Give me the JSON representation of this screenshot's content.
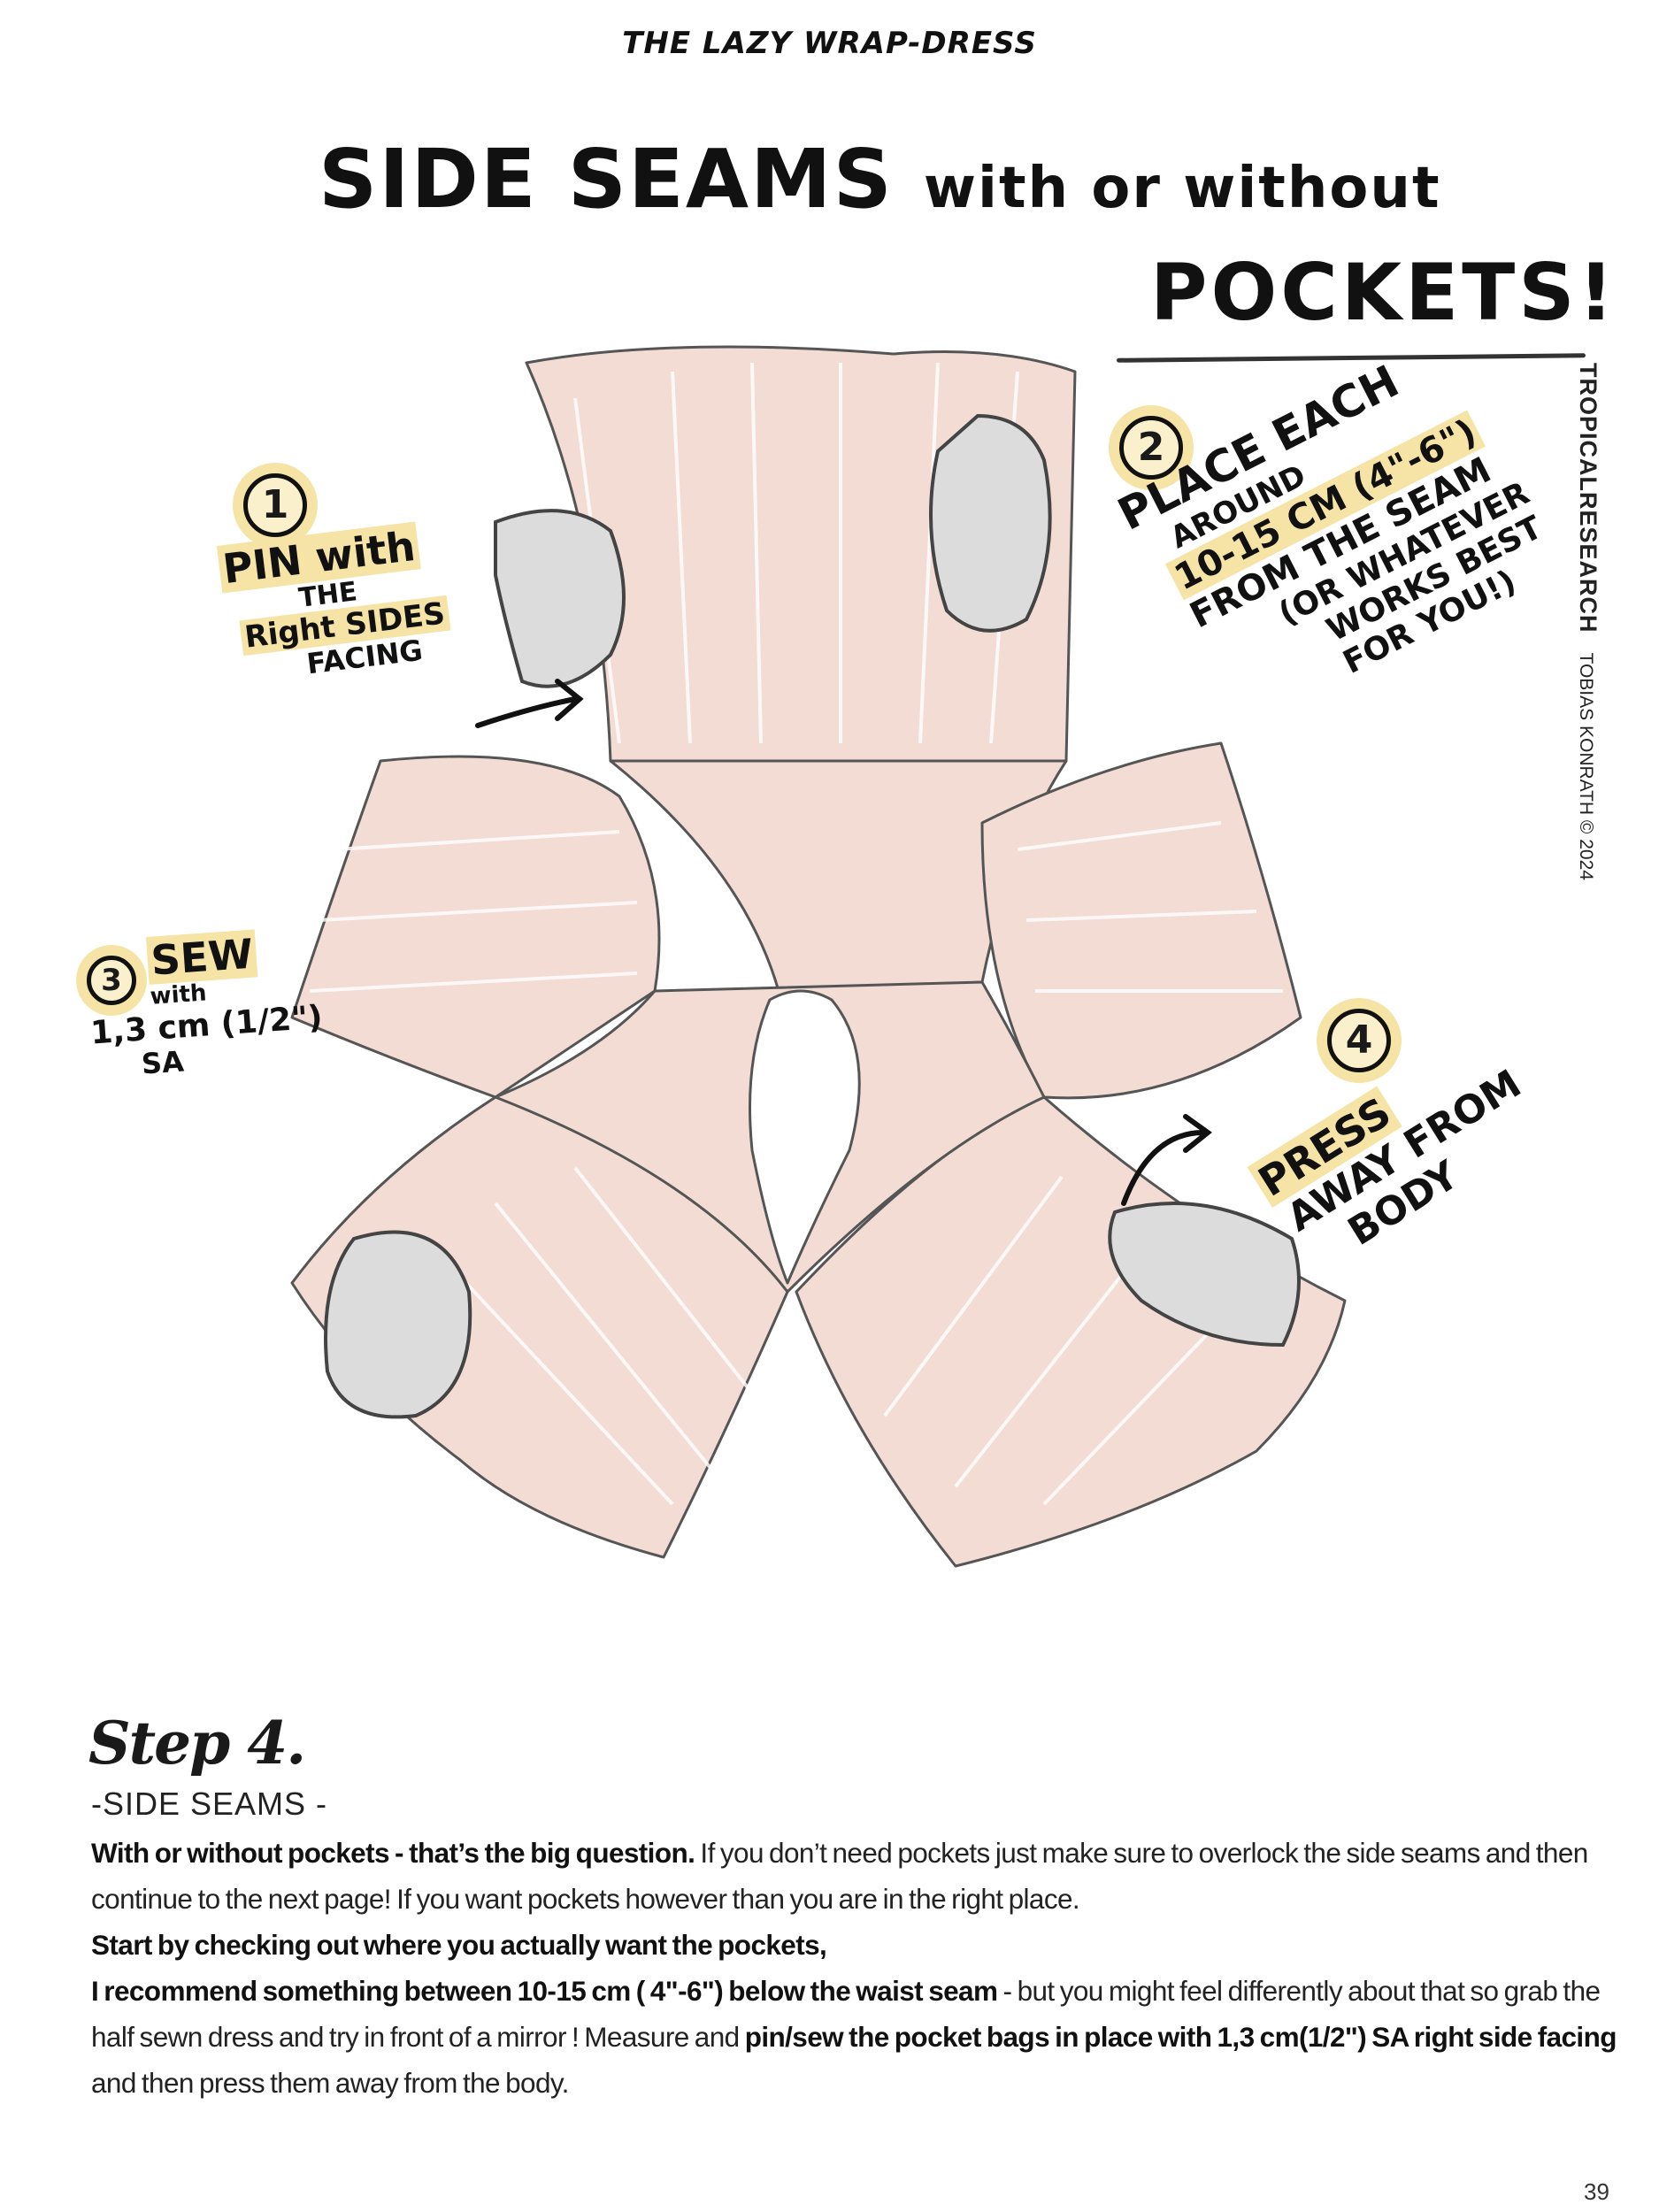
{
  "header": {
    "book_title": "THE LAZY WRAP-DRESS"
  },
  "title": {
    "line1_a": "SIDE SEAMS",
    "line1_b": "with or without",
    "line2": "POCKETS!"
  },
  "side_credit": {
    "brand": "TROPICALRESEARCH",
    "copyright": "TOBIAS KONRATH © 2024"
  },
  "annotations": [
    {
      "number": "1",
      "lines": [
        "PIN with",
        "THE",
        "Right SIDES",
        "FACING"
      ]
    },
    {
      "number": "2",
      "lines": [
        "PLACE EACH",
        "AROUND",
        "10-15 CM (4\"-6\")",
        "FROM THE SEAM",
        "(OR WHATEVER",
        "WORKS BEST",
        "FOR YOU!)"
      ]
    },
    {
      "number": "3",
      "lines": [
        "SEW",
        "with",
        "1,3 cm (1/2\")",
        "SA"
      ]
    },
    {
      "number": "4",
      "lines": [
        "PRESS",
        "AWAY FROM",
        "BODY"
      ]
    }
  ],
  "colors": {
    "fabric": "#f2dcd4",
    "pocket": "#dcdcdc",
    "highlight": "#f6e3a6",
    "ink": "#111111"
  },
  "step": {
    "title": "Step 4.",
    "subtitle": "-SIDE SEAMS -",
    "paragraph": [
      {
        "text": "With or without pockets - that’s the big question.",
        "bold": true
      },
      {
        "text": " If you don’t need pockets just make sure to overlock the side seams and then continue to the next page! If you want pockets however than you are in the right place.",
        "bold": false
      },
      {
        "text": "Start by checking out where you actually want the pockets,",
        "bold": true
      },
      {
        "text": "I recommend something between 10-15 cm ( 4\"-6\") below the waist seam",
        "bold": true
      },
      {
        "text": " - but you might feel differently about that so grab the half sewn dress and try in front of a mirror ! Measure and ",
        "bold": false
      },
      {
        "text": "pin/sew the pocket bags in place with 1,3 cm(1/2\") SA right side facing",
        "bold": true
      },
      {
        "text": " and then press them away from the body.",
        "bold": false
      }
    ]
  },
  "page_number": "39"
}
